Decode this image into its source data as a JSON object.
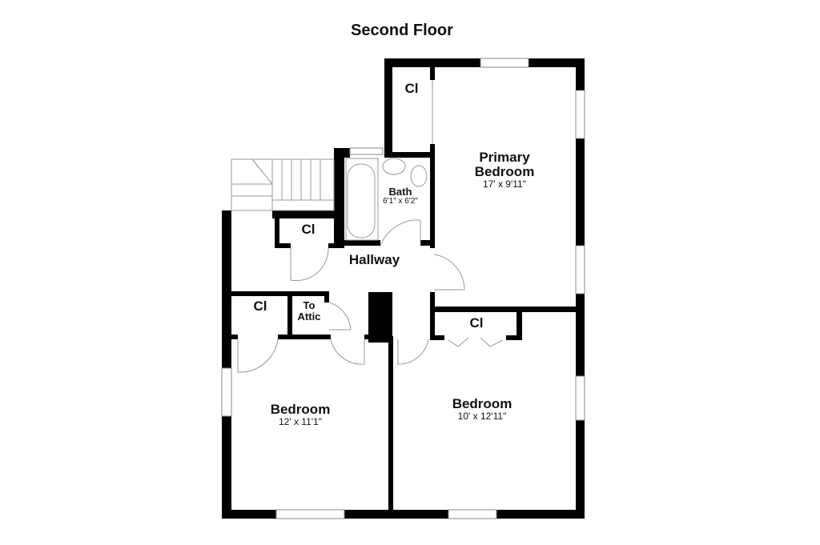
{
  "title": "Second Floor",
  "colors": {
    "wall": "#000000",
    "fixture": "#999999",
    "background": "#ffffff"
  },
  "rooms": {
    "primary": {
      "name_line1": "Primary",
      "name_line2": "Bedroom",
      "size": "17' x 9'11\""
    },
    "bath": {
      "name": "Bath",
      "size": "6'1\" x 6'2\""
    },
    "hallway": {
      "name": "Hallway"
    },
    "closet_top": {
      "name": "Cl"
    },
    "closet_hall": {
      "name": "Cl"
    },
    "closet_left": {
      "name": "Cl"
    },
    "closet_right": {
      "name": "Cl"
    },
    "attic": {
      "name_line1": "To",
      "name_line2": "Attic"
    },
    "bedroom_left": {
      "name": "Bedroom",
      "size": "12' x 11'1\""
    },
    "bedroom_right": {
      "name": "Bedroom",
      "size": "10' x 12'11\""
    }
  }
}
